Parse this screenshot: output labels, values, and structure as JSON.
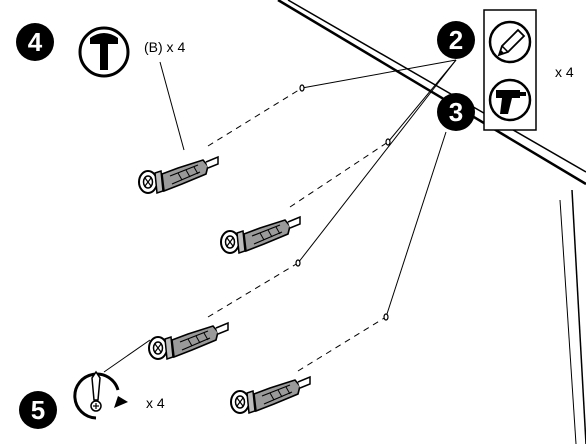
{
  "steps": [
    {
      "number": "2",
      "tool": "pencil-icon"
    },
    {
      "number": "3",
      "tool": "drill-icon"
    },
    {
      "number": "4",
      "tool": "hammer-icon"
    },
    {
      "number": "5",
      "tool": "screwdriver-rotate-icon"
    }
  ],
  "labels": {
    "hammer_qty": "(B) x 4",
    "mark_drill_qty": "x 4",
    "screw_qty": "x 4"
  },
  "colors": {
    "ink": "#000000",
    "paper": "#ffffff",
    "anchor_fill": "#9a9a9a"
  }
}
